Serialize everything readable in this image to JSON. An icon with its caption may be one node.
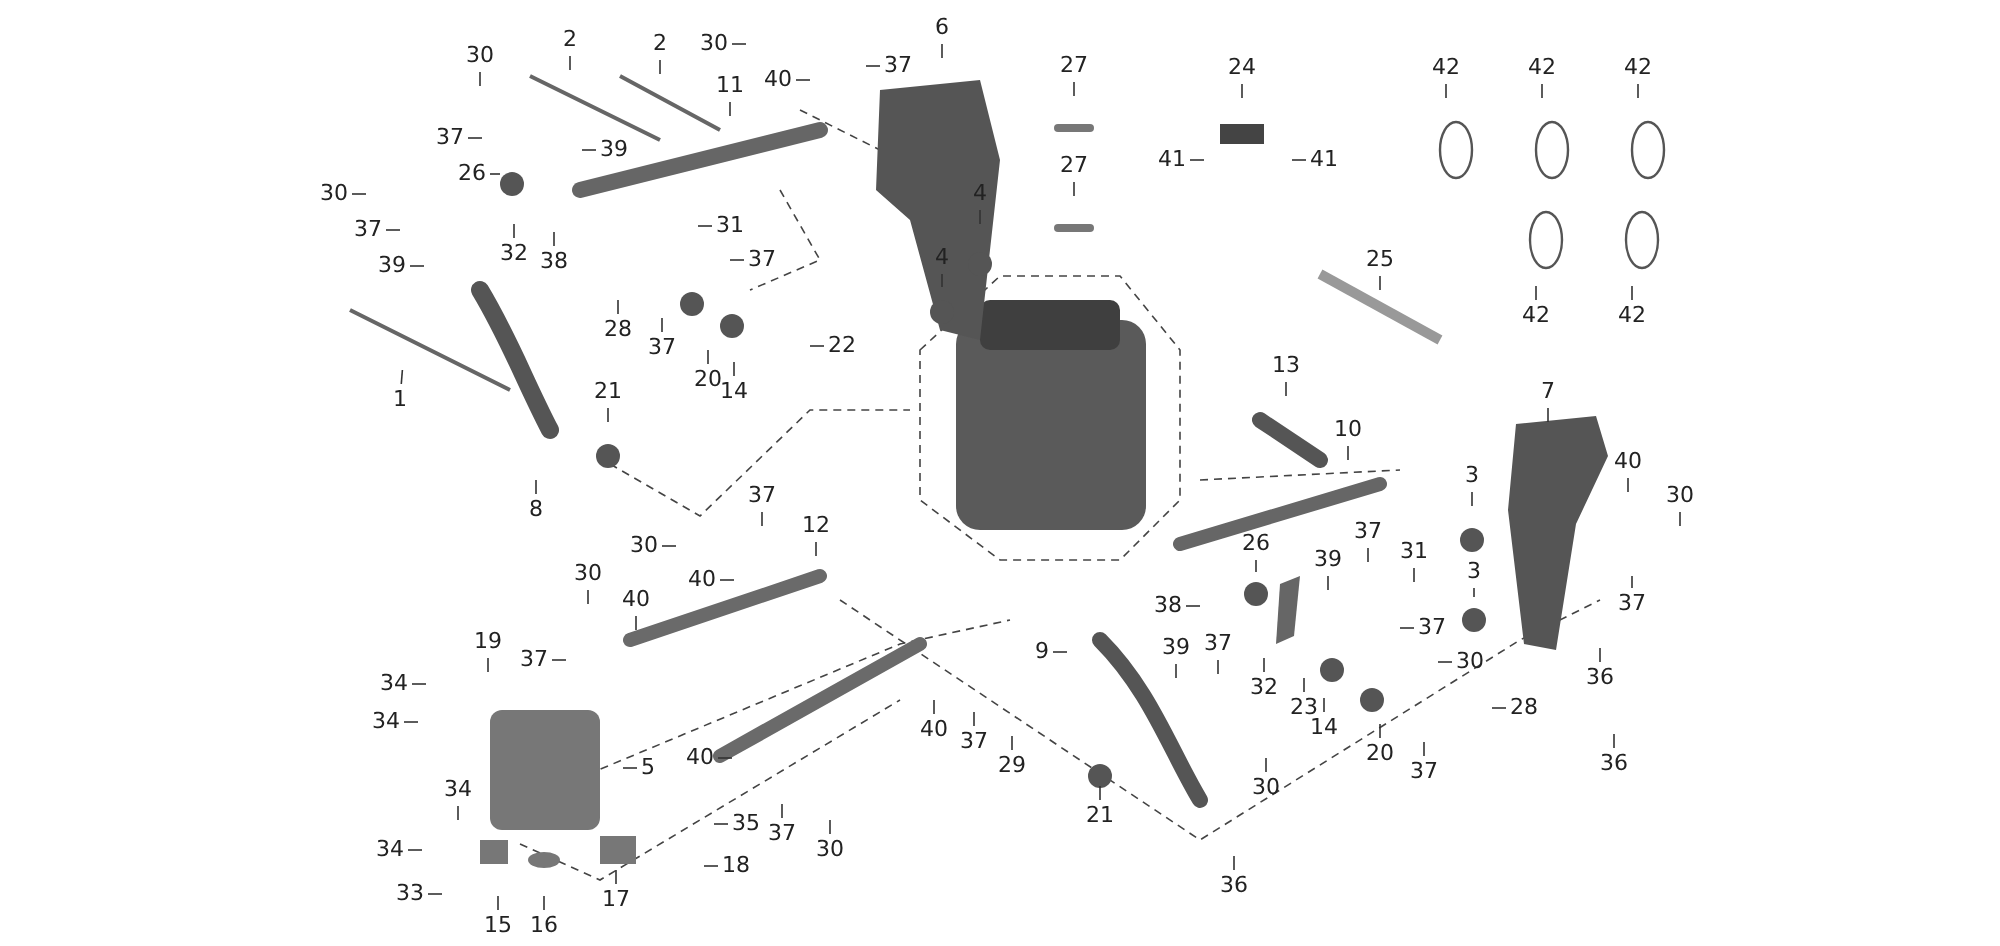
{
  "diagram": {
    "nodes": [
      {
        "text": [
          "1"
        ]
      },
      {
        "text": [
          "2"
        ]
      },
      {
        "text": [
          "2"
        ]
      },
      {
        "text": [
          "30"
        ]
      },
      {
        "text": [
          "37"
        ]
      },
      {
        "text": [
          "39"
        ]
      },
      {
        "text": [
          "26"
        ]
      },
      {
        "text": [
          "32"
        ]
      },
      {
        "text": [
          "38"
        ]
      },
      {
        "text": [
          "30"
        ]
      },
      {
        "text": [
          "37"
        ]
      },
      {
        "text": [
          "39"
        ]
      },
      {
        "text": [
          "30"
        ]
      },
      {
        "text": [
          "40"
        ]
      },
      {
        "text": [
          "37"
        ]
      },
      {
        "text": [
          "11"
        ]
      },
      {
        "text": [
          "6"
        ]
      },
      {
        "text": [
          "4"
        ]
      },
      {
        "text": [
          "4"
        ]
      },
      {
        "text": [
          "31"
        ]
      },
      {
        "text": [
          "37"
        ]
      },
      {
        "text": [
          "28"
        ]
      },
      {
        "text": [
          "37"
        ]
      },
      {
        "text": [
          "20"
        ]
      },
      {
        "text": [
          "14"
        ]
      },
      {
        "text": [
          "22"
        ]
      },
      {
        "text": [
          "21"
        ]
      },
      {
        "text": [
          "8"
        ]
      },
      {
        "text": [
          "27"
        ]
      },
      {
        "text": [
          "27"
        ]
      },
      {
        "text": [
          "24"
        ]
      },
      {
        "text": [
          "41"
        ]
      },
      {
        "text": [
          "41"
        ]
      },
      {
        "text": [
          "42"
        ]
      },
      {
        "text": [
          "42"
        ]
      },
      {
        "text": [
          "42"
        ]
      },
      {
        "text": [
          "42"
        ]
      },
      {
        "text": [
          "42"
        ]
      },
      {
        "text": [
          "25"
        ]
      },
      {
        "text": [
          "13"
        ]
      },
      {
        "text": [
          "10"
        ]
      },
      {
        "text": [
          "7"
        ]
      },
      {
        "text": [
          "3"
        ]
      },
      {
        "text": [
          "40"
        ]
      },
      {
        "text": [
          "30"
        ]
      },
      {
        "text": [
          "3"
        ]
      },
      {
        "text": [
          "37"
        ]
      },
      {
        "text": [
          "36"
        ]
      },
      {
        "text": [
          "36"
        ]
      },
      {
        "text": [
          "37"
        ]
      },
      {
        "text": [
          "30"
        ]
      },
      {
        "text": [
          "40"
        ]
      },
      {
        "text": [
          "12"
        ]
      },
      {
        "text": [
          "30"
        ]
      },
      {
        "text": [
          "40"
        ]
      },
      {
        "text": [
          "37"
        ]
      },
      {
        "text": [
          "19"
        ]
      },
      {
        "text": [
          "34"
        ]
      },
      {
        "text": [
          "34"
        ]
      },
      {
        "text": [
          "5"
        ]
      },
      {
        "text": [
          "40"
        ]
      },
      {
        "text": [
          "34"
        ]
      },
      {
        "text": [
          "37"
        ]
      },
      {
        "text": [
          "30"
        ]
      },
      {
        "text": [
          "35"
        ]
      },
      {
        "text": [
          "34"
        ]
      },
      {
        "text": [
          "18"
        ]
      },
      {
        "text": [
          "33"
        ]
      },
      {
        "text": [
          "15"
        ]
      },
      {
        "text": [
          "16"
        ]
      },
      {
        "text": [
          "17"
        ]
      },
      {
        "text": [
          "26"
        ]
      },
      {
        "text": [
          "37"
        ]
      },
      {
        "text": [
          "31"
        ]
      },
      {
        "text": [
          "39"
        ]
      },
      {
        "text": [
          "38"
        ]
      },
      {
        "text": [
          "37"
        ]
      },
      {
        "text": [
          "9"
        ]
      },
      {
        "text": [
          "39"
        ]
      },
      {
        "text": [
          "37"
        ]
      },
      {
        "text": [
          "30"
        ]
      },
      {
        "text": [
          "32"
        ]
      },
      {
        "text": [
          "23"
        ]
      },
      {
        "text": [
          "40"
        ]
      },
      {
        "text": [
          "37"
        ]
      },
      {
        "text": [
          "29"
        ]
      },
      {
        "text": [
          "14"
        ]
      },
      {
        "text": [
          "20"
        ]
      },
      {
        "text": [
          "28"
        ]
      },
      {
        "text": [
          "37"
        ]
      },
      {
        "text": [
          "30"
        ]
      },
      {
        "text": [
          "21"
        ]
      },
      {
        "text": [
          "36"
        ]
      }
    ],
    "edges": [
      {
        "from": 0,
        "to": null,
        "arrow": "none"
      },
      {
        "from": 1,
        "to": null,
        "arrow": "none"
      },
      {
        "from": 2,
        "to": null,
        "arrow": "none"
      },
      {
        "from": 3,
        "to": null,
        "arrow": "none"
      },
      {
        "from": 4,
        "to": null,
        "arrow": "none"
      },
      {
        "from": 5,
        "to": null,
        "arrow": "none"
      },
      {
        "from": 6,
        "to": null,
        "arrow": "none"
      },
      {
        "from": 7,
        "to": null,
        "arrow": "none"
      },
      {
        "from": 8,
        "to": null,
        "arrow": "none"
      },
      {
        "from": 9,
        "to": null,
        "arrow": "none"
      },
      {
        "from": 10,
        "to": null,
        "arrow": "none"
      },
      {
        "from": 11,
        "to": null,
        "arrow": "none"
      },
      {
        "from": 12,
        "to": null,
        "arrow": "none"
      },
      {
        "from": 13,
        "to": null,
        "arrow": "none"
      },
      {
        "from": 14,
        "to": null,
        "arrow": "none"
      },
      {
        "from": 15,
        "to": null,
        "arrow": "none"
      },
      {
        "from": 16,
        "to": null,
        "arrow": "none"
      },
      {
        "from": 17,
        "to": null,
        "arrow": "none"
      },
      {
        "from": 18,
        "to": null,
        "arrow": "none"
      },
      {
        "from": 19,
        "to": null,
        "arrow": "none"
      },
      {
        "from": 20,
        "to": null,
        "arrow": "none"
      },
      {
        "from": 21,
        "to": null,
        "arrow": "none"
      },
      {
        "from": 22,
        "to": null,
        "arrow": "none"
      },
      {
        "from": 23,
        "to": null,
        "arrow": "none"
      },
      {
        "from": 24,
        "to": null,
        "arrow": "none"
      },
      {
        "from": 25,
        "to": null,
        "arrow": "none"
      },
      {
        "from": 26,
        "to": null,
        "arrow": "none"
      },
      {
        "from": 27,
        "to": null,
        "arrow": "none"
      },
      {
        "from": 28,
        "to": null,
        "arrow": "none"
      },
      {
        "from": 29,
        "to": null,
        "arrow": "none"
      },
      {
        "from": 30,
        "to": null,
        "arrow": "none"
      },
      {
        "from": 31,
        "to": null,
        "arrow": "none"
      },
      {
        "from": 32,
        "to": null,
        "arrow": "none"
      },
      {
        "from": 33,
        "to": null,
        "arrow": "none"
      },
      {
        "from": 34,
        "to": null,
        "arrow": "none"
      },
      {
        "from": 35,
        "to": null,
        "arrow": "none"
      },
      {
        "from": 36,
        "to": null,
        "arrow": "none"
      },
      {
        "from": 37,
        "to": null,
        "arrow": "none"
      },
      {
        "from": 38,
        "to": null,
        "arrow": "none"
      },
      {
        "from": 39,
        "to": null,
        "arrow": "none"
      },
      {
        "from": 40,
        "to": null,
        "arrow": "none"
      },
      {
        "from": 41,
        "to": null,
        "arrow": "none"
      },
      {
        "from": 42,
        "to": null,
        "arrow": "none"
      },
      {
        "from": 43,
        "to": null,
        "arrow": "none"
      },
      {
        "from": 44,
        "to": null,
        "arrow": "none"
      },
      {
        "from": 45,
        "to": null,
        "arrow": "none"
      },
      {
        "from": 46,
        "to": null,
        "arrow": "none"
      },
      {
        "from": 47,
        "to": null,
        "arrow": "none"
      },
      {
        "from": 48,
        "to": null,
        "arrow": "none"
      },
      {
        "from": 49,
        "to": null,
        "arrow": "none"
      },
      {
        "from": 50,
        "to": null,
        "arrow": "none"
      },
      {
        "from": 51,
        "to": null,
        "arrow": "none"
      },
      {
        "from": 52,
        "to": null,
        "arrow": "none"
      },
      {
        "from": 53,
        "to": null,
        "arrow": "none"
      },
      {
        "from": 54,
        "to": null,
        "arrow": "none"
      },
      {
        "from": 55,
        "to": null,
        "arrow": "none"
      },
      {
        "from": 56,
        "to": null,
        "arrow": "none"
      },
      {
        "from": 57,
        "to": null,
        "arrow": "none"
      },
      {
        "from": 58,
        "to": null,
        "arrow": "none"
      },
      {
        "from": 59,
        "to": null,
        "arrow": "none"
      },
      {
        "from": 60,
        "to": null,
        "arrow": "none"
      },
      {
        "from": 61,
        "to": null,
        "arrow": "none"
      },
      {
        "from": 62,
        "to": null,
        "arrow": "none"
      },
      {
        "from": 63,
        "to": null,
        "arrow": "none"
      },
      {
        "from": 64,
        "to": null,
        "arrow": "none"
      },
      {
        "from": 65,
        "to": null,
        "arrow": "none"
      },
      {
        "from": 66,
        "to": null,
        "arrow": "none"
      },
      {
        "from": 67,
        "to": null,
        "arrow": "none"
      },
      {
        "from": 68,
        "to": null,
        "arrow": "none"
      },
      {
        "from": 69,
        "to": null,
        "arrow": "none"
      },
      {
        "from": 70,
        "to": null,
        "arrow": "none"
      },
      {
        "from": 71,
        "to": null,
        "arrow": "none"
      },
      {
        "from": 72,
        "to": null,
        "arrow": "none"
      },
      {
        "from": 73,
        "to": null,
        "arrow": "none"
      },
      {
        "from": 74,
        "to": null,
        "arrow": "none"
      },
      {
        "from": 75,
        "to": null,
        "arrow": "none"
      },
      {
        "from": 76,
        "to": null,
        "arrow": "none"
      },
      {
        "from": 77,
        "to": null,
        "arrow": "none"
      },
      {
        "from": 78,
        "to": null,
        "arrow": "none"
      },
      {
        "from": 79,
        "to": null,
        "arrow": "none"
      },
      {
        "from": 80,
        "to": null,
        "arrow": "none"
      },
      {
        "from": 81,
        "to": null,
        "arrow": "none"
      },
      {
        "from": 82,
        "to": null,
        "arrow": "none"
      },
      {
        "from": 83,
        "to": null,
        "arrow": "none"
      },
      {
        "from": 84,
        "to": null,
        "arrow": "none"
      },
      {
        "from": 85,
        "to": null,
        "arrow": "none"
      },
      {
        "from": 86,
        "to": null,
        "arrow": "none"
      },
      {
        "from": 87,
        "to": null,
        "arrow": "none"
      },
      {
        "from": 88,
        "to": null,
        "arrow": "none"
      },
      {
        "from": 89,
        "to": null,
        "arrow": "none"
      },
      {
        "from": 90,
        "to": null,
        "arrow": "none"
      },
      {
        "from": 91,
        "to": null,
        "arrow": "none"
      },
      {
        "from": 92,
        "to": null,
        "arrow": "none"
      }
    ]
  }
}
